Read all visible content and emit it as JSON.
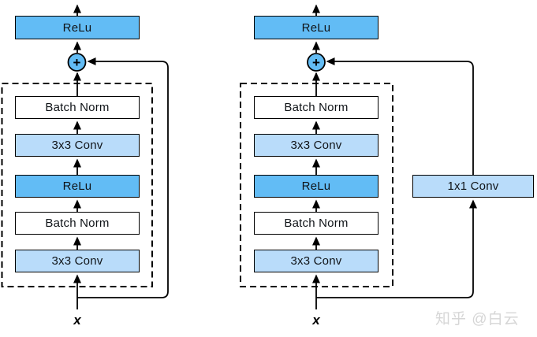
{
  "colors": {
    "box_medium_blue": "#62BCF5",
    "box_light_blue": "#B9DCFA",
    "box_white": "#FFFFFF",
    "line_black": "#000000",
    "watermark_gray": "#D6D6D6"
  },
  "left_block": {
    "output_label": "ReLu",
    "plus_label": "+",
    "layers": [
      {
        "label": "Batch Norm"
      },
      {
        "label": "3x3 Conv"
      },
      {
        "label": "ReLu"
      },
      {
        "label": "Batch Norm"
      },
      {
        "label": "3x3 Conv"
      }
    ],
    "input_label": "x"
  },
  "right_block": {
    "output_label": "ReLu",
    "plus_label": "+",
    "layers": [
      {
        "label": "Batch Norm"
      },
      {
        "label": "3x3 Conv"
      },
      {
        "label": "ReLu"
      },
      {
        "label": "Batch Norm"
      },
      {
        "label": "3x3 Conv"
      }
    ],
    "shortcut_label": "1x1 Conv",
    "input_label": "x"
  },
  "watermark": {
    "text": "知乎 @白云"
  }
}
